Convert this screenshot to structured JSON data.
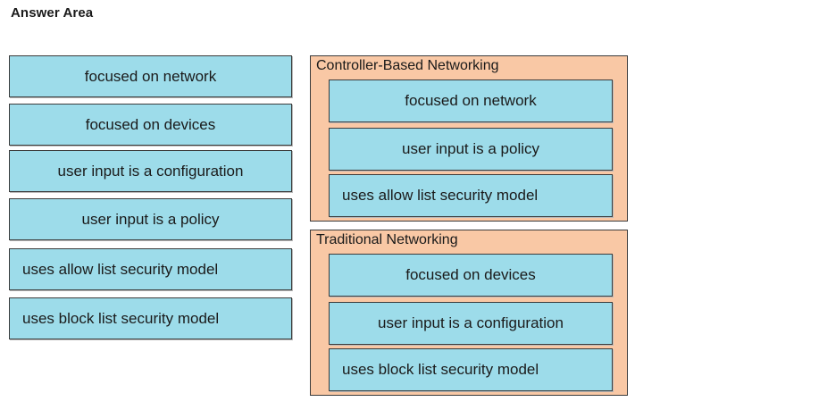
{
  "header": {
    "title": "Answer Area"
  },
  "source_items": [
    "focused on network",
    "focused on devices",
    "user input is a configuration",
    "user input is a policy",
    "uses allow list security model",
    "uses block list security model"
  ],
  "targets": {
    "controller": {
      "title": "Controller-Based Networking",
      "items": [
        "focused on network",
        "user input is a policy",
        "uses allow list security model"
      ]
    },
    "traditional": {
      "title": "Traditional Networking",
      "items": [
        "focused on devices",
        "user input is a configuration",
        "uses block list security model"
      ]
    }
  },
  "colors": {
    "item_fill": "#9ddcea",
    "target_fill": "#f9c8a5",
    "border": "#3b3b3b"
  }
}
